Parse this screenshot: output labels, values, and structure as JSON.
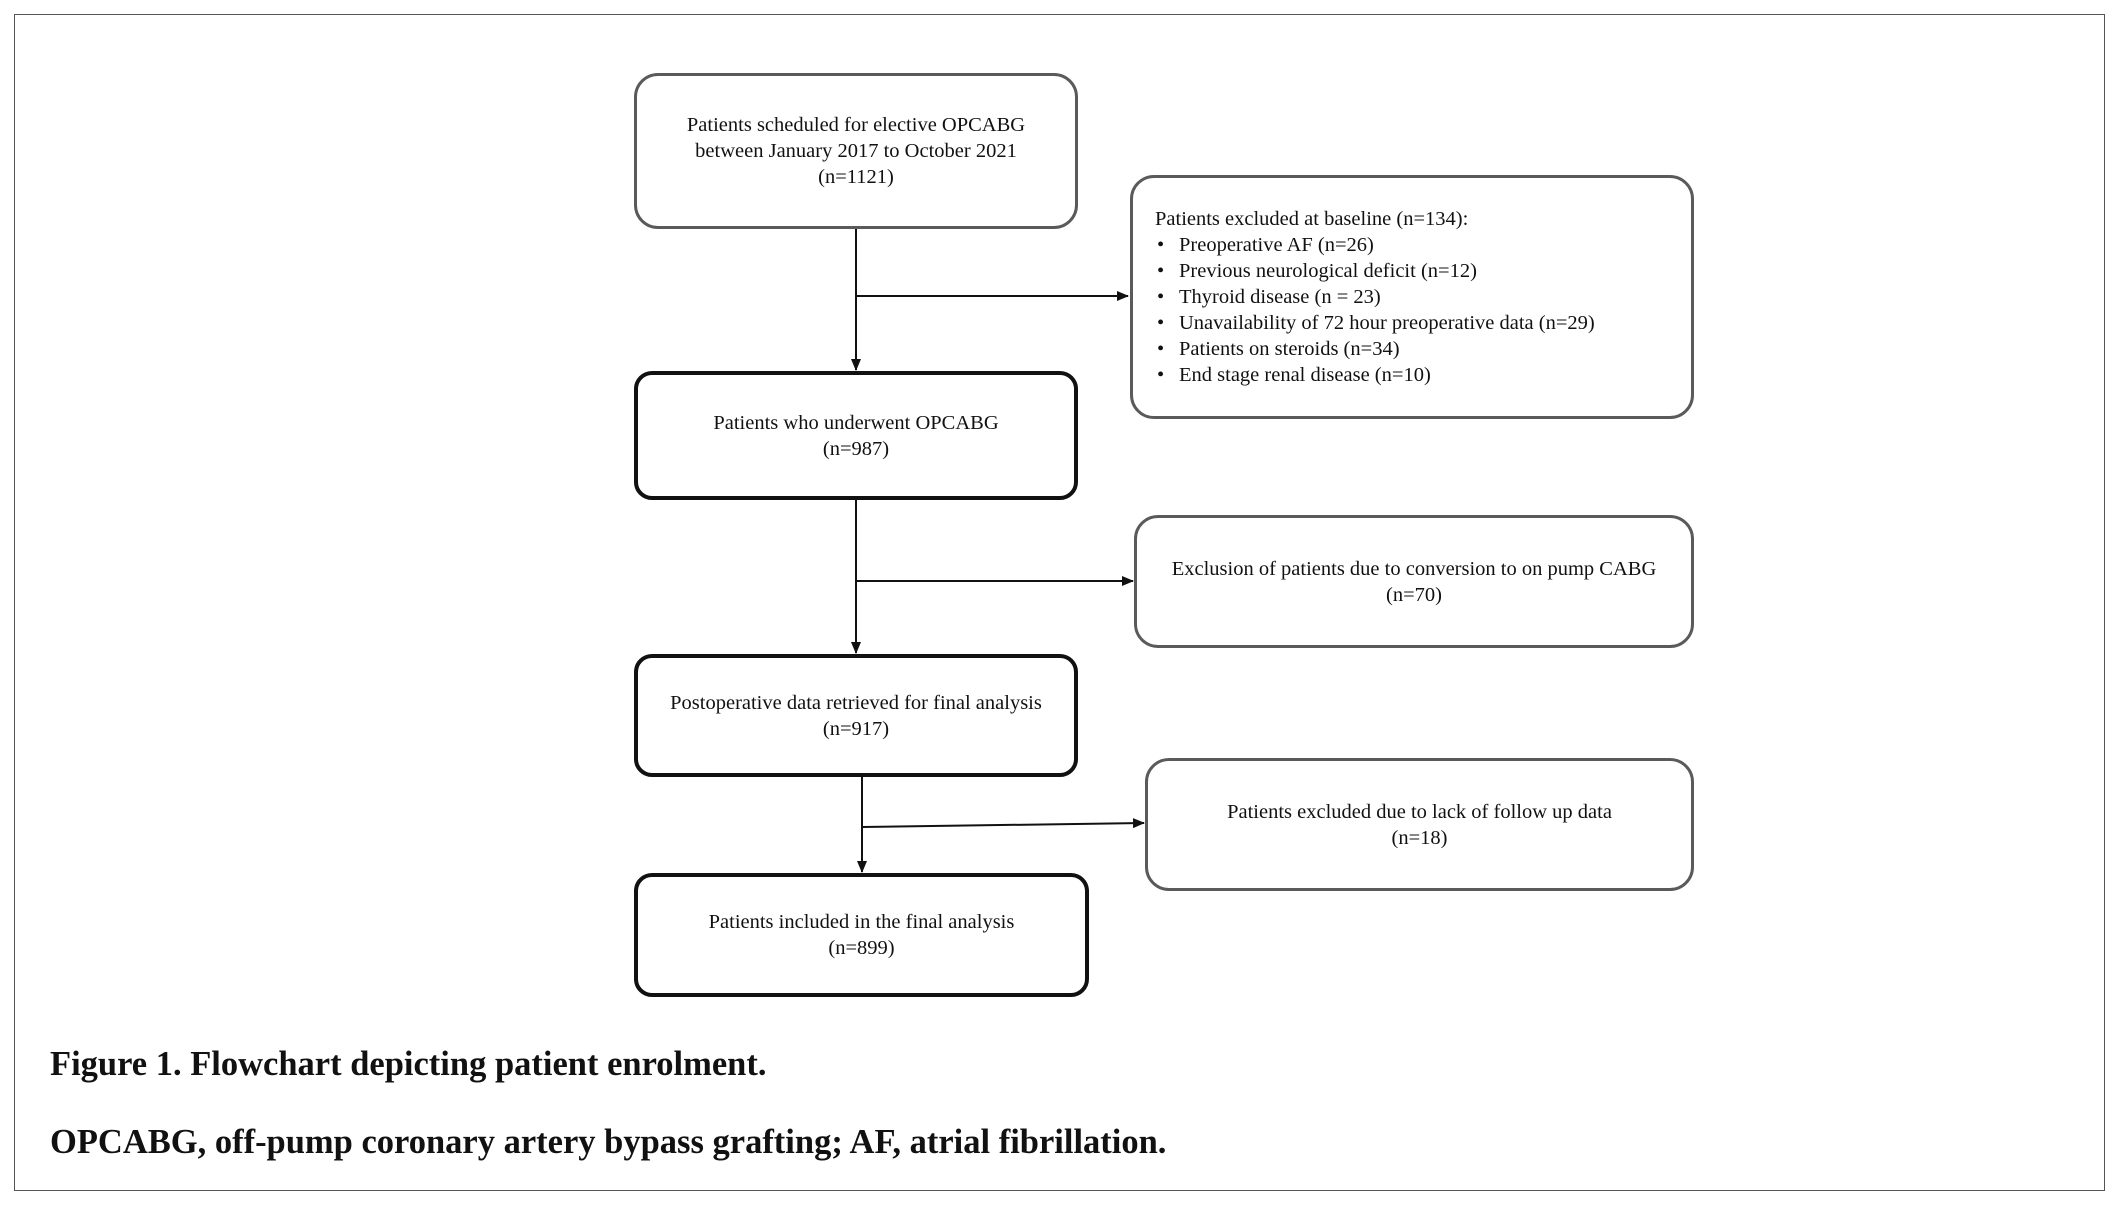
{
  "boxes": {
    "scheduled": {
      "line1": "Patients scheduled for elective OPCABG",
      "line2": "between January 2017 to October 2021",
      "line3": "(n=1121)"
    },
    "excluded_baseline": {
      "heading": "Patients excluded at baseline (n=134):",
      "items": [
        "Preoperative AF (n=26)",
        "Previous neurological deficit (n=12)",
        "Thyroid disease (n = 23)",
        "Unavailability of 72 hour preoperative data (n=29)",
        "Patients on steroids (n=34)",
        "End stage renal disease (n=10)"
      ]
    },
    "underwent": {
      "line1": "Patients who underwent OPCABG",
      "line2": "(n=987)"
    },
    "conversion": {
      "line1": "Exclusion of patients due to conversion to on pump CABG",
      "line2": "(n=70)"
    },
    "postoperative": {
      "line1": "Postoperative data retrieved for final analysis",
      "line2": "(n=917)"
    },
    "followup": {
      "line1": "Patients excluded due to lack of follow up data",
      "line2": "(n=18)"
    },
    "final": {
      "line1": "Patients included in the final analysis",
      "line2": "(n=899)"
    }
  },
  "caption": {
    "title": "Figure 1. Flowchart depicting patient enrolment.",
    "abbreviations": "OPCABG, off-pump coronary artery bypass grafting; AF, atrial fibrillation."
  }
}
